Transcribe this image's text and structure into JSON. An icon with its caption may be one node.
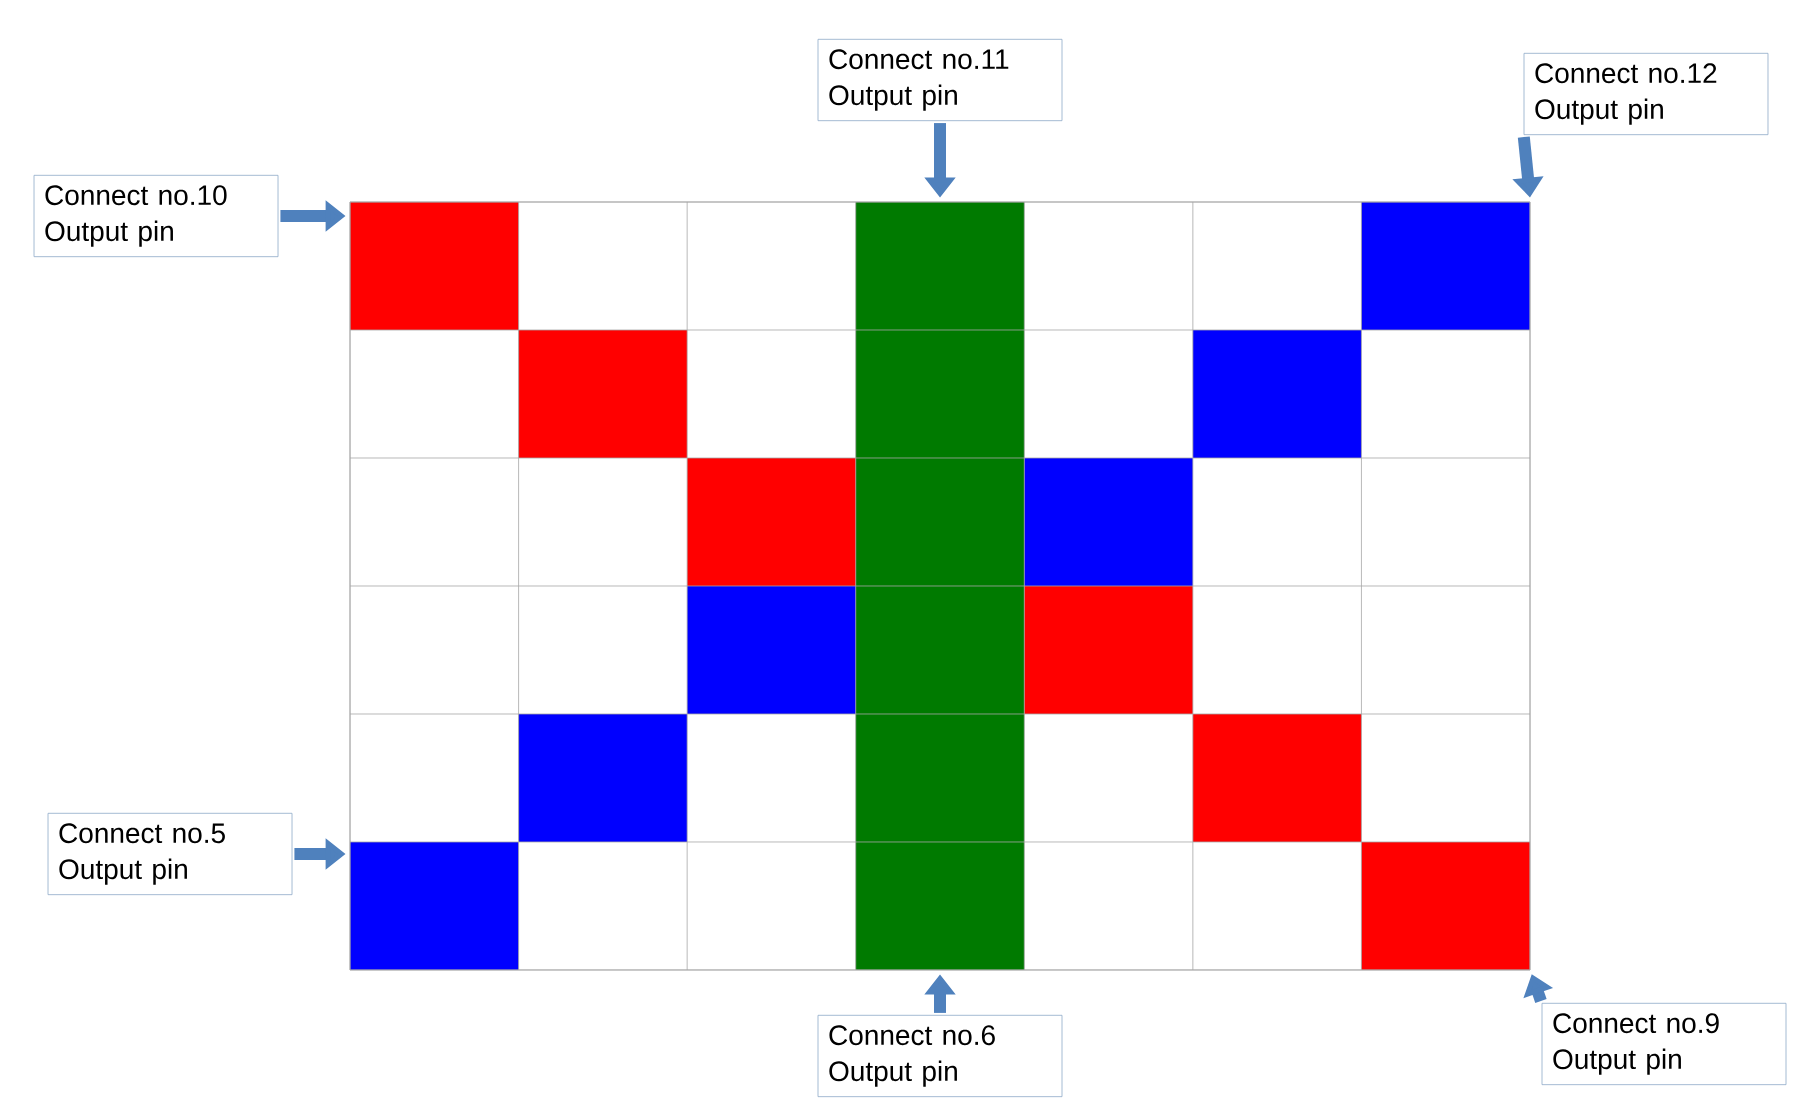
{
  "diagram": {
    "nodes": [
      {
        "text": [
          "Connect no.10 Output pin"
        ]
      },
      {
        "text": [
          "Connect no.11 Output pin"
        ]
      },
      {
        "text": [
          "Connect no.12 Output pin"
        ]
      },
      {
        "text": [
          "Connect no.5 Output pin"
        ]
      },
      {
        "text": [
          "Connect no.6 Output pin"
        ]
      },
      {
        "text": [
          "Connect no.9 Output pin"
        ]
      },
      {
        "text": [],
        "shape": "box"
      }
    ],
    "edges": [
      {
        "from": 0,
        "to": 6,
        "arrow": "to"
      },
      {
        "from": 1,
        "to": 6,
        "arrow": "to"
      },
      {
        "from": 2,
        "to": 6,
        "arrow": "to"
      },
      {
        "from": 3,
        "to": 6,
        "arrow": "to"
      },
      {
        "from": 4,
        "to": 6,
        "arrow": "to"
      },
      {
        "from": 5,
        "to": 6,
        "arrow": "to"
      }
    ]
  }
}
